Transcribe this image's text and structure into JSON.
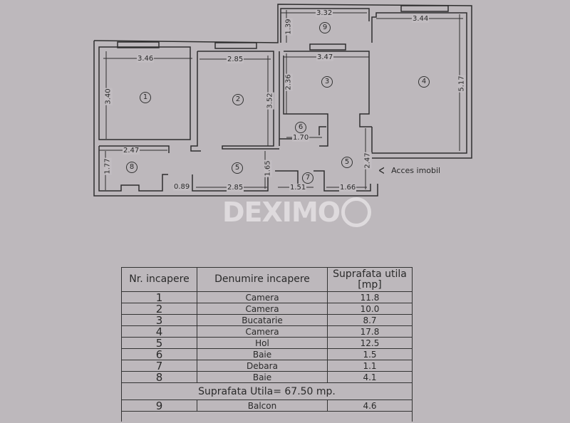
{
  "floor_plan": {
    "dimensions": {
      "room1_width": "3.46",
      "room1_height": "3.40",
      "room2_width": "2.85",
      "room2_height": "3.52",
      "room3_width": "3.47",
      "room3_height": "2.36",
      "room4_width": "3.44",
      "room4_height": "5.17",
      "room9_width": "3.32",
      "room9_height": "1.39",
      "room6_width": "1.70",
      "room8_width": "2.47",
      "room8_height": "1.77",
      "hall_door": "0.89",
      "hall_width": "2.85",
      "hall_height_left": "1.65",
      "room7_width": "1.51",
      "hall_right_width": "1.66",
      "hall_height_right": "2.47"
    },
    "room_labels": {
      "r1": "1",
      "r2": "2",
      "r3": "3",
      "r4": "4",
      "r5a": "5",
      "r5b": "5",
      "r6": "6",
      "r7": "7",
      "r8": "8",
      "r9": "9"
    },
    "access_label": "Acces imobil",
    "access_icon": "chevron-left-icon"
  },
  "watermark": {
    "text": "DEXIMO",
    "icon": "house-magnifier-icon"
  },
  "room_table": {
    "headers": [
      "Nr. incapere",
      "Denumire incapere",
      "Suprafata utila [mp]"
    ],
    "rows": [
      {
        "nr": "1",
        "name": "Camera",
        "area": "11.8"
      },
      {
        "nr": "2",
        "name": "Camera",
        "area": "10.0"
      },
      {
        "nr": "3",
        "name": "Bucatarie",
        "area": "8.7"
      },
      {
        "nr": "4",
        "name": "Camera",
        "area": "17.8"
      },
      {
        "nr": "5",
        "name": "Hol",
        "area": "12.5"
      },
      {
        "nr": "6",
        "name": "Baie",
        "area": "1.5"
      },
      {
        "nr": "7",
        "name": "Debara",
        "area": "1.1"
      },
      {
        "nr": "8",
        "name": "Baie",
        "area": "4.1"
      }
    ],
    "total_label": "Suprafata Utila= 67.50 mp.",
    "balcony_row": {
      "nr": "9",
      "name": "Balcon",
      "area": "4.6"
    }
  }
}
